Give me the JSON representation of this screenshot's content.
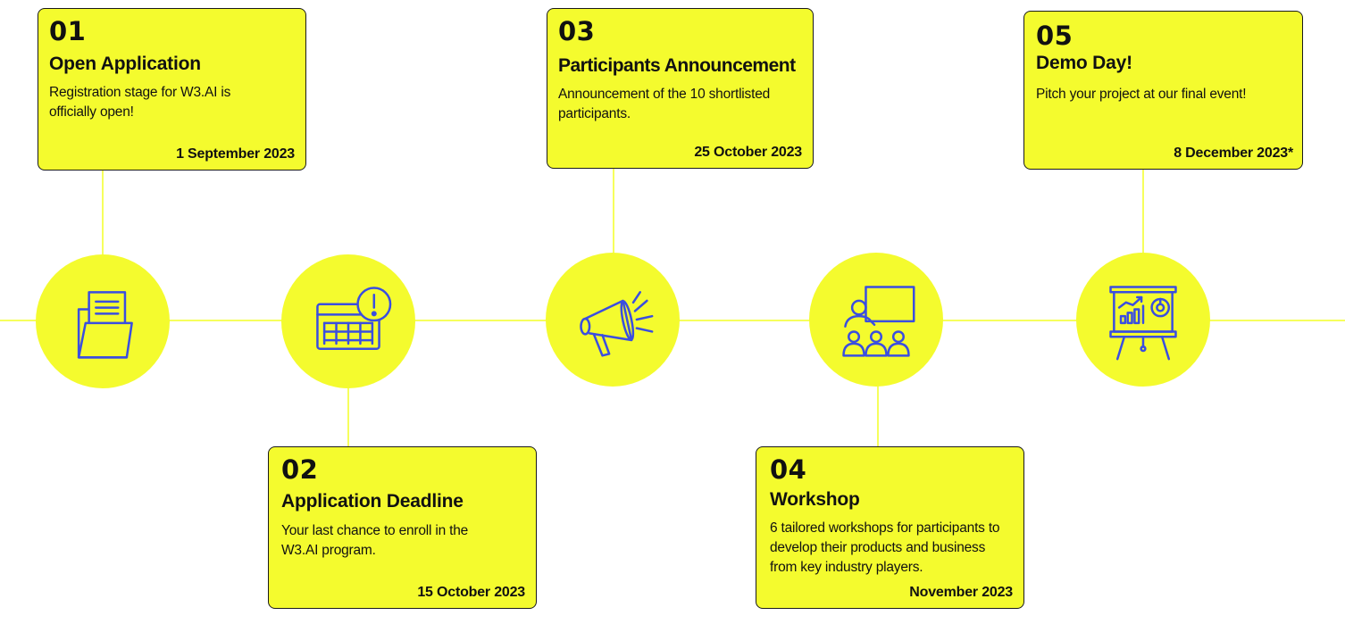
{
  "colors": {
    "accent": "#f4fb2e",
    "line": "#f6ff5c",
    "icon": "#3a4ee0",
    "border": "#1a1a1a",
    "text": "#111111"
  },
  "steps": [
    {
      "number": "01",
      "title": "Open Application",
      "description": "Registration stage for W3.AI is officially open!",
      "date": "1 September 2023",
      "icon": "folder-document-icon"
    },
    {
      "number": "02",
      "title": "Application Deadline",
      "description": "Your last chance to enroll in the W3.AI program.",
      "date": "15 October 2023",
      "icon": "calendar-alert-icon"
    },
    {
      "number": "03",
      "title": "Participants Announcement",
      "description": "Announcement of the 10 shortlisted participants.",
      "date": "25 October 2023",
      "icon": "megaphone-icon"
    },
    {
      "number": "04",
      "title": "Workshop",
      "description": "6 tailored workshops for participants to develop their products and business from key industry players.",
      "date": "November 2023",
      "icon": "presentation-audience-icon"
    },
    {
      "number": "05",
      "title": "Demo Day!",
      "description": "Pitch your project at our final event!",
      "date": "8 December 2023*",
      "icon": "presentation-easel-icon"
    }
  ]
}
